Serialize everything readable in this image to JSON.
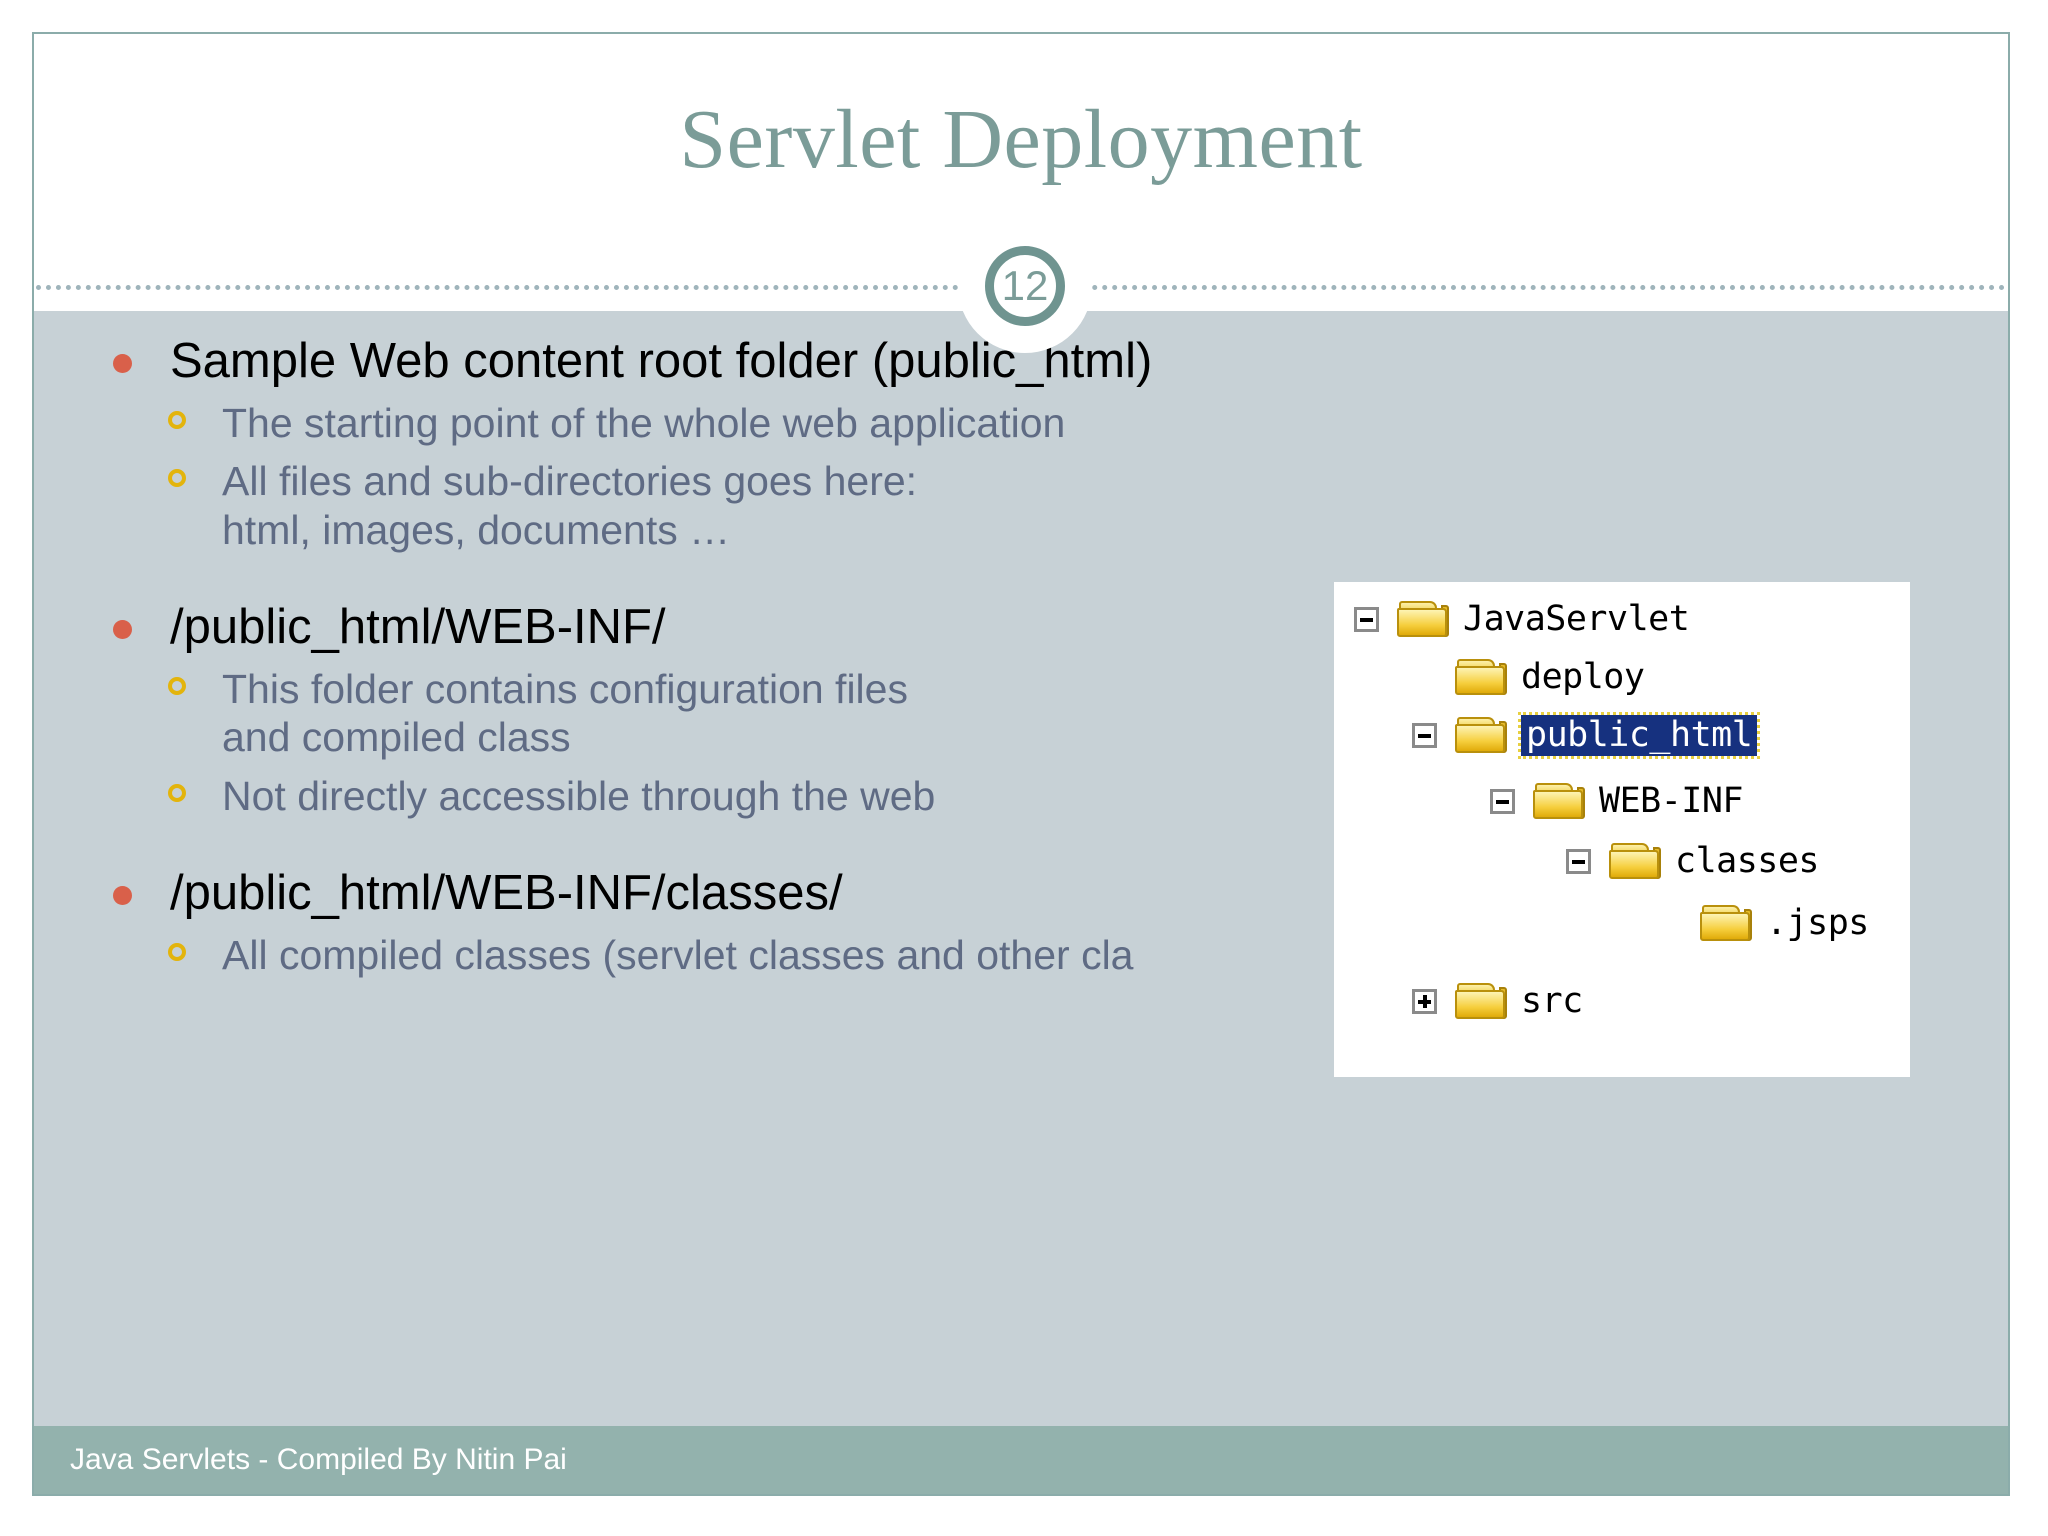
{
  "slide": {
    "title": "Servlet Deployment",
    "page_number": "12",
    "footer": "Java Servlets - Compiled By Nitin Pai",
    "accent_color": "#7b9c98",
    "body_bg": "#c7d1d6",
    "footer_bg": "#93b2ad",
    "bullet_color": "#d9604a",
    "sub_bullet_color": "#e3b40c",
    "sub_text_color": "#5f6b84"
  },
  "content": {
    "blocks": [
      {
        "heading": "Sample Web content root folder (public_html)",
        "subs": [
          {
            "line1": "The starting point of the whole web application",
            "line2": ""
          },
          {
            "line1": "All files and sub-directories goes here:",
            "line2": "html, images, documents …"
          }
        ]
      },
      {
        "heading": "/public_html/WEB-INF/",
        "subs": [
          {
            "line1": "This folder contains configuration files",
            "line2": "and compiled class"
          },
          {
            "line1": "Not directly accessible through the web",
            "line2": ""
          }
        ]
      },
      {
        "heading": "/public_html/WEB-INF/classes/",
        "subs": [
          {
            "line1": "All compiled classes (servlet classes and other cla",
            "line2": ""
          }
        ]
      }
    ]
  },
  "tree": {
    "selection_bg": "#16317f",
    "focus_border": "#e8d040",
    "nodes": [
      {
        "label": "JavaServlet",
        "indent": 0,
        "expander": "minus",
        "selected": false
      },
      {
        "label": "deploy",
        "indent": 1,
        "expander": "none",
        "selected": false
      },
      {
        "label": "public_html",
        "indent": 1,
        "expander": "minus",
        "selected": true
      },
      {
        "label": "WEB-INF",
        "indent": 2,
        "expander": "minus",
        "selected": false
      },
      {
        "label": "classes",
        "indent": 3,
        "expander": "minus",
        "selected": false
      },
      {
        "label": ".jsps",
        "indent": 4,
        "expander": "none",
        "selected": false
      },
      {
        "label": "src",
        "indent": 1,
        "expander": "plus",
        "selected": false
      }
    ]
  }
}
